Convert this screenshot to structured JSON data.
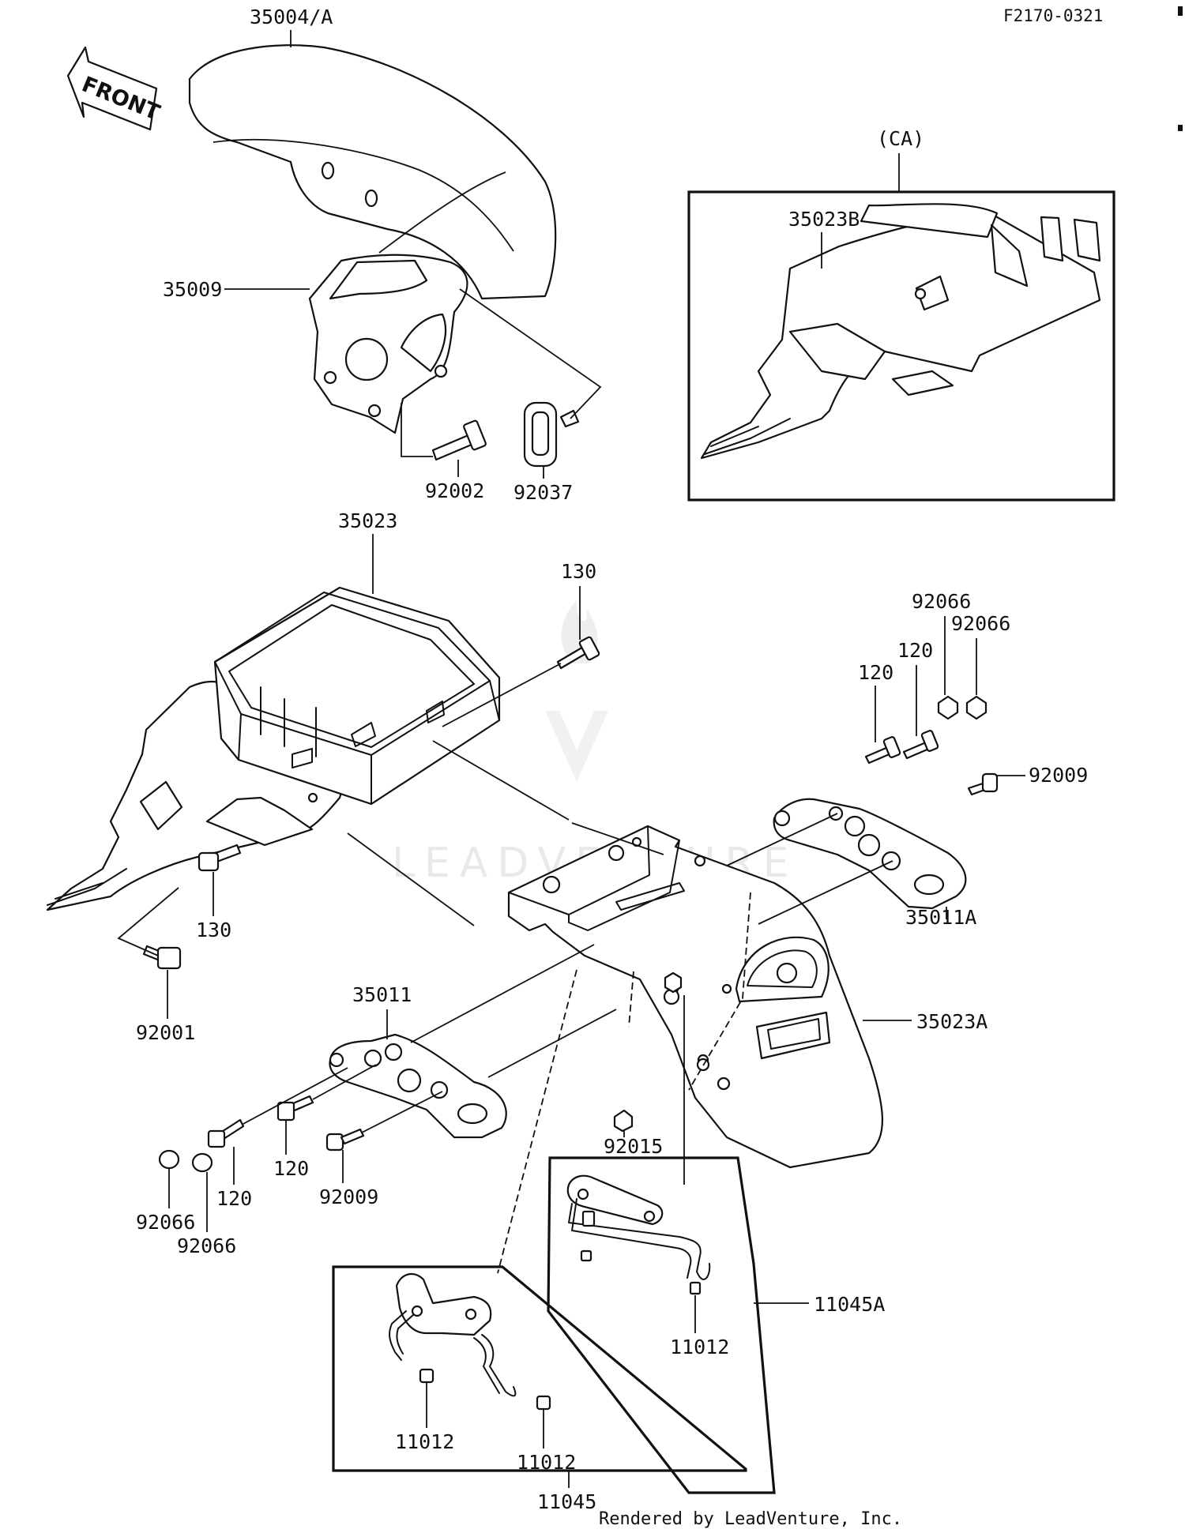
{
  "diagram": {
    "code": "F2170-0321",
    "front_label": "FRONT",
    "watermark": "LEADVENTURE",
    "credit": "Rendered by LeadVenture, Inc.",
    "callouts": {
      "p35004A": "35004/A",
      "p35009": "35009",
      "p92002": "92002",
      "p92037": "92037",
      "pCA": "(CA)",
      "p35023B": "35023B",
      "p35023": "35023",
      "p130a": "130",
      "p130b": "130",
      "p92066a": "92066",
      "p92066b": "92066",
      "p92066c": "92066",
      "p92066d": "92066",
      "p120a": "120",
      "p120b": "120",
      "p120c": "120",
      "p120d": "120",
      "p92009a": "92009",
      "p92009b": "92009",
      "p35011A": "35011A",
      "p92001": "92001",
      "p35011": "35011",
      "p35023A": "35023A",
      "p92015": "92015",
      "p11045A": "11045A",
      "p11012a": "11012",
      "p11012b": "11012",
      "p11012c": "11012",
      "p11045": "11045"
    }
  }
}
